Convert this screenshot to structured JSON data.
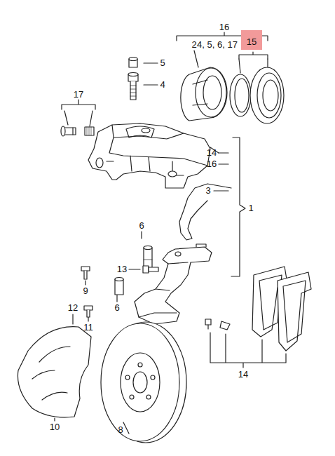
{
  "diagram": {
    "nodes": [
      {
        "text": [
          "15"
        ]
      }
    ],
    "labels": [
      "16",
      "2",
      "4, 5, 6, 17",
      "5",
      "4",
      "17",
      "14",
      "16",
      "3",
      "1",
      "6",
      "13",
      "9",
      "6",
      "12",
      "11",
      "10",
      "8",
      "14"
    ]
  }
}
